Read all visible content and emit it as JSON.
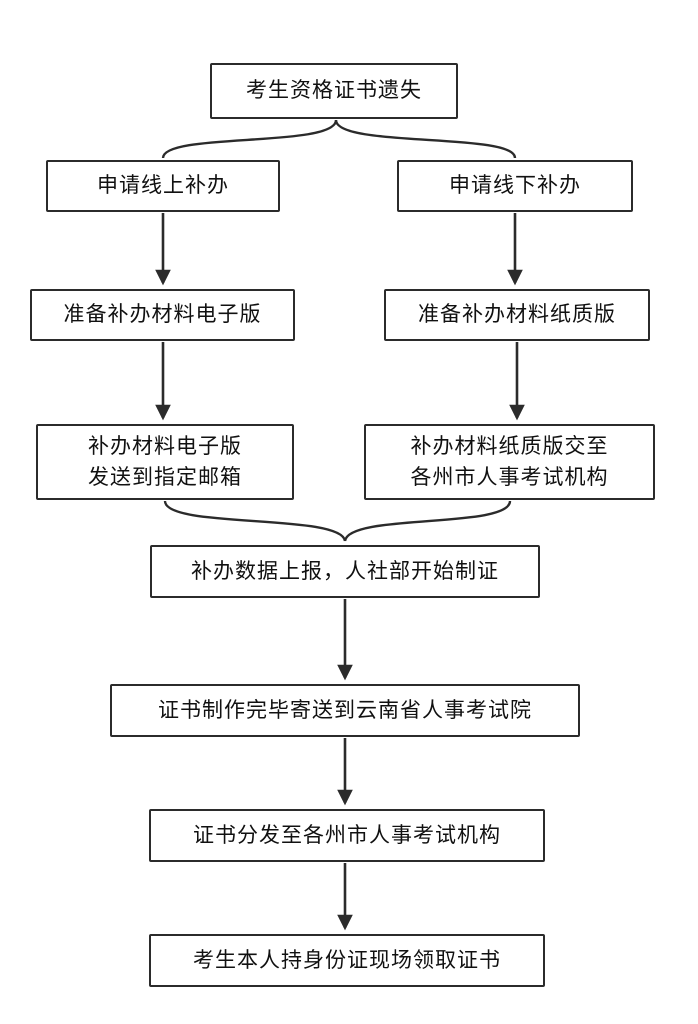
{
  "flowchart": {
    "nodes": {
      "start": {
        "label": "考生资格证书遗失"
      },
      "online_apply": {
        "label": "申请线上补办"
      },
      "offline_apply": {
        "label": "申请线下补办"
      },
      "online_prepare": {
        "label": "准备补办材料电子版"
      },
      "offline_prepare": {
        "label": "准备补办材料纸质版"
      },
      "online_submit": {
        "line1": "补办材料电子版",
        "line2": "发送到指定邮箱"
      },
      "offline_submit": {
        "line1": "补办材料纸质版交至",
        "line2": "各州市人事考试机构"
      },
      "report": {
        "label": "补办数据上报，人社部开始制证"
      },
      "made": {
        "label": "证书制作完毕寄送到云南省人事考试院"
      },
      "distribute": {
        "label": "证书分发至各州市人事考试机构"
      },
      "pickup": {
        "label": "考生本人持身份证现场领取证书"
      }
    },
    "colors": {
      "line": "#2b2b2b",
      "border": "#2b2b2b",
      "text": "#111111",
      "background": "#ffffff"
    }
  }
}
